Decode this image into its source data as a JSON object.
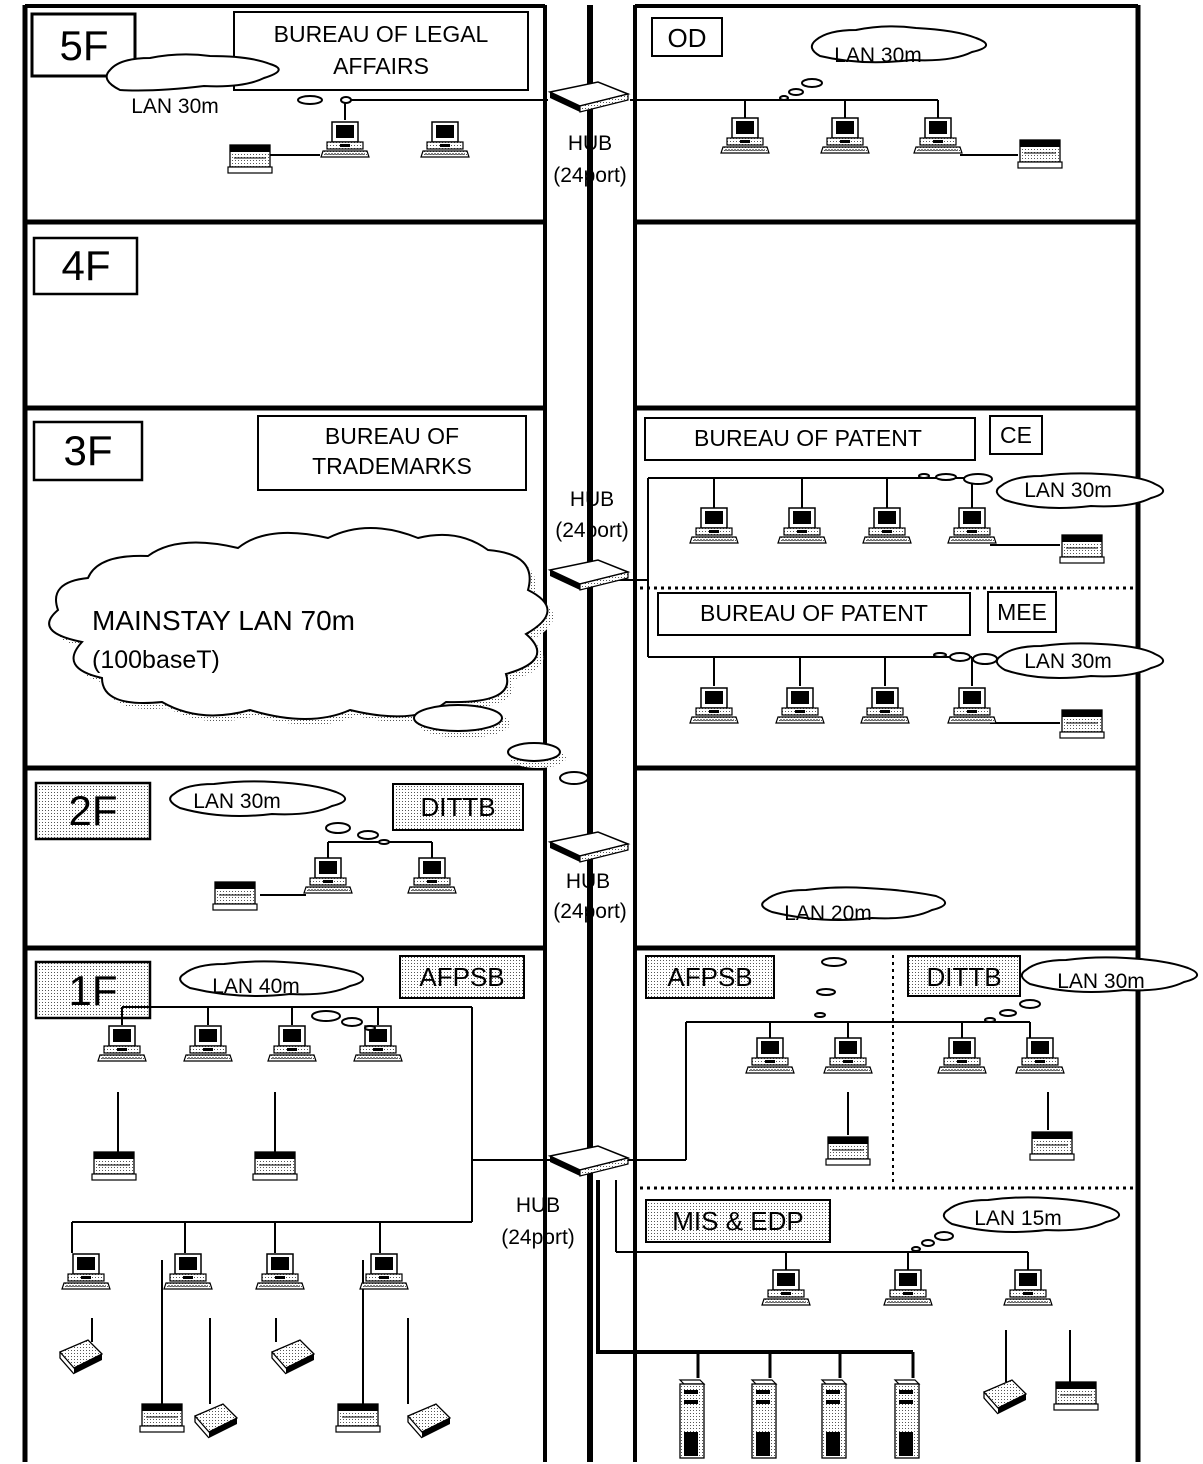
{
  "floors": [
    {
      "label": "5F",
      "left_label": "BUREAU OF LEGAL",
      "left_label_line2": "AFFAIRS",
      "right_label": "OD"
    },
    {
      "label": "4F"
    },
    {
      "label": "3F",
      "left_label": "BUREAU OF",
      "left_label_line2": "TRADEMARKS",
      "right_label": "BUREAU OF PATENT",
      "right_tag": "CE",
      "right_label_b": "BUREAU OF PATENT",
      "right_tag_b": "MEE"
    },
    {
      "label": "2F",
      "left_label": "DITTB"
    },
    {
      "label": "1F",
      "left_label": "AFPSB",
      "right_label": "AFPSB",
      "right_label_b": "DITTB",
      "right_label_c": "MIS & EDP"
    }
  ],
  "hubs": [
    {
      "name": "HUB",
      "ports": "(24port)"
    },
    {
      "name": "HUB",
      "ports": "(24port)"
    },
    {
      "name": "HUB",
      "ports": "(24port)"
    },
    {
      "name": "HUB",
      "ports": "(24port)"
    }
  ],
  "lan_clouds": [
    "LAN 30m",
    "LAN 30m",
    "LAN 30m",
    "LAN 30m",
    "LAN 30m",
    "LAN 40m",
    "LAN 20m",
    "LAN 30m",
    "LAN 15m"
  ],
  "mainstay": {
    "line1": "MAINSTAY LAN 70m",
    "line2": "(100baseT)"
  }
}
